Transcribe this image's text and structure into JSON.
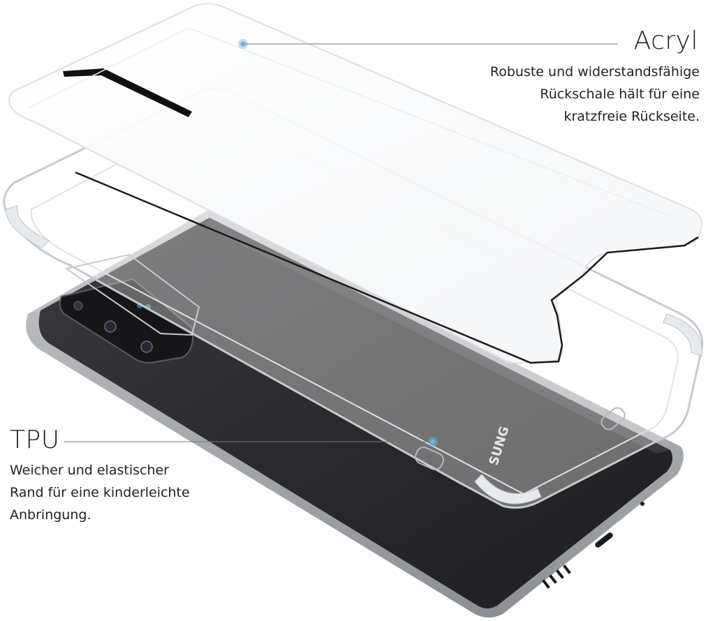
{
  "callouts": {
    "acryl": {
      "title": "Acryl",
      "lines": [
        "Robuste und widerstandsfähige",
        "Rückschale hält für eine",
        "kratzfreie Rückseite."
      ]
    },
    "tpu": {
      "title": "TPU",
      "lines": [
        "Weicher und elastischer",
        "Rand für eine kinderleichte",
        "Anbringung."
      ]
    }
  },
  "phone": {
    "brand_text": "SUNG"
  },
  "colors": {
    "phone_body": "#2b2b2d",
    "phone_frame": "#a8aaae",
    "case_edge": "#d6dade",
    "marker": "#6ab7e6",
    "leader_line": "#6f7378"
  }
}
